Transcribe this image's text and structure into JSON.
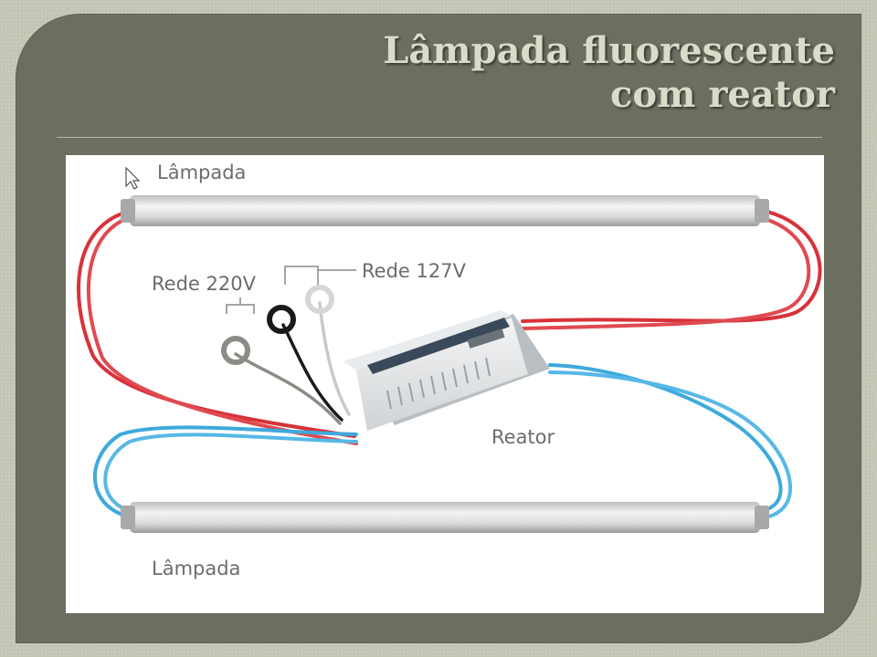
{
  "title": {
    "line1": "Lâmpada fluorescente",
    "line2": "com reator"
  },
  "diagram": {
    "label_lamp_top": "Lâmpada",
    "label_lamp_bottom": "Lâmpada",
    "label_rede_220": "Rede 220V",
    "label_rede_127": "Rede 127V",
    "label_reator": "Reator",
    "colors": {
      "wire_red": "#d8323a",
      "wire_blue": "#3ea9dc",
      "wire_black": "#1a1a1a",
      "wire_gray": "#8c8c86",
      "wire_white": "#c9c9c9"
    }
  }
}
